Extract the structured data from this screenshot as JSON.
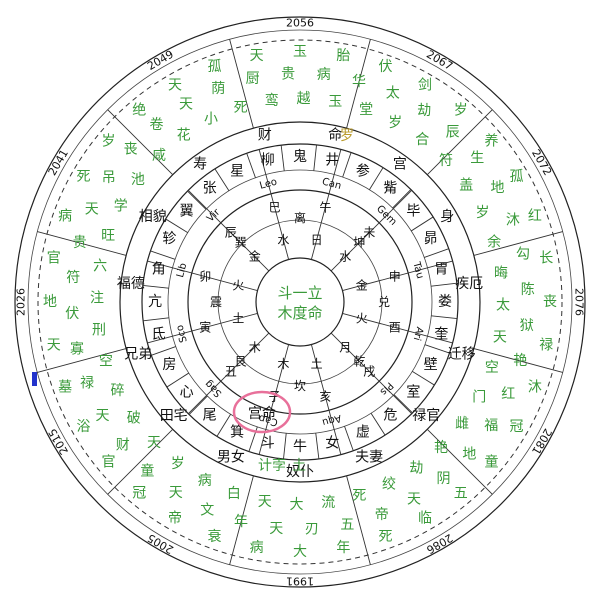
{
  "colors": {
    "star": "#3a9a3a",
    "star_highlight": "#b99a2a",
    "marker": "#2233cc",
    "highlight_circle": "#e8709a",
    "line": "#222222"
  },
  "years": [
    "2056",
    "2067",
    "2072",
    "2076",
    "2081",
    "2086",
    "1991",
    "2005",
    "2015",
    "2026",
    "2041",
    "2049"
  ],
  "outer_stars": [
    "天",
    "玉",
    "胎",
    "伏",
    "剑",
    "岁",
    "养",
    "孤",
    "红",
    "长",
    "丧",
    "禄",
    "沐",
    "冠",
    "童",
    "五",
    "临",
    "死",
    "年",
    "大",
    "病",
    "衰",
    "帝",
    "冠",
    "官",
    "浴",
    "墓",
    "天",
    "地",
    "官",
    "病",
    "死",
    "岁",
    "绝",
    "天",
    "孤"
  ],
  "green_stars": [
    "厨",
    "贵",
    "病",
    "华",
    "太",
    "劫",
    "辰",
    "生",
    "地",
    "沐",
    "勾",
    "陈",
    "狱",
    "艳",
    "红",
    "福",
    "地",
    "阴",
    "天",
    "帝",
    "五",
    "刃",
    "天",
    "年",
    "文",
    "天",
    "童",
    "财",
    "天",
    "禄",
    "寡",
    "伏",
    "符",
    "贵",
    "天",
    "吊",
    "丧",
    "卷",
    "天",
    "荫"
  ],
  "mid_stars": [
    "鸾",
    "越",
    "玉",
    "堂",
    "岁",
    "合",
    "符",
    "盖",
    "岁",
    "余",
    "晦",
    "太",
    "天",
    "空",
    "门",
    "雌",
    "艳",
    "劫",
    "绞",
    "死",
    "流",
    "大",
    "天",
    "白",
    "病",
    "岁",
    "天",
    "破",
    "碎",
    "空",
    "刑",
    "注",
    "六",
    "旺",
    "学",
    "池",
    "咸",
    "花",
    "小",
    "死"
  ],
  "highlight_star": "罗",
  "palaces": [
    "寿",
    "财",
    "命",
    "宫",
    "身",
    "疾厄",
    "迁移",
    "禄官",
    "夫妻",
    "奴仆",
    "男女",
    "田宅",
    "兄弟",
    "福德",
    "相貌"
  ],
  "lunar_mansions": [
    "鬼",
    "井",
    "参",
    "觜",
    "毕",
    "昴",
    "胃",
    "娄",
    "奎",
    "壁",
    "室",
    "危",
    "虚",
    "女",
    "牛",
    "斗",
    "箕",
    "尾",
    "心",
    "房",
    "氐",
    "亢",
    "角",
    "轸",
    "翼",
    "张",
    "星",
    "柳"
  ],
  "zodiac_signs": [
    "Can",
    "Gem",
    "Tau",
    "Ari",
    "Pis",
    "Aqu",
    "Cap",
    "Sag",
    "Sco",
    "Lib",
    "Vir",
    "Leo"
  ],
  "branches": [
    "午",
    "未",
    "申",
    "酉",
    "戌",
    "亥",
    "子",
    "丑",
    "寅",
    "卯",
    "辰",
    "巳"
  ],
  "trigrams": [
    "离",
    "坤",
    "兑",
    "乾",
    "坎",
    "艮",
    "震",
    "巽"
  ],
  "inner_labels": [
    "日",
    "水",
    "金",
    "火",
    "月",
    "土",
    "木",
    "木",
    "土",
    "火",
    "金",
    "水"
  ],
  "center": {
    "line1": "斗一立",
    "line2": "木度命"
  },
  "bottom_labels": {
    "left": "计孛",
    "right": "土"
  },
  "highlight_text": "宫命",
  "ring_labels": [
    "卯",
    "寅",
    "丑",
    "子"
  ]
}
